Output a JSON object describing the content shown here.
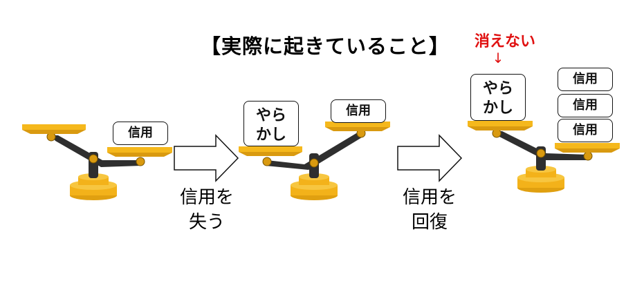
{
  "title": "【実際に起きていること】",
  "note": {
    "label": "消えない",
    "arrow": "↓",
    "color": "#e01010"
  },
  "blocks": {
    "trust": "信用",
    "mistake": "やら\nかし"
  },
  "steps": [
    {
      "label": "信用を\n失う"
    },
    {
      "label": "信用を\n回復"
    }
  ],
  "colors": {
    "pan": "#f5b81c",
    "pan_shadow": "#d99a10",
    "beam": "#2f2f2f",
    "base": "#f3b21a"
  }
}
